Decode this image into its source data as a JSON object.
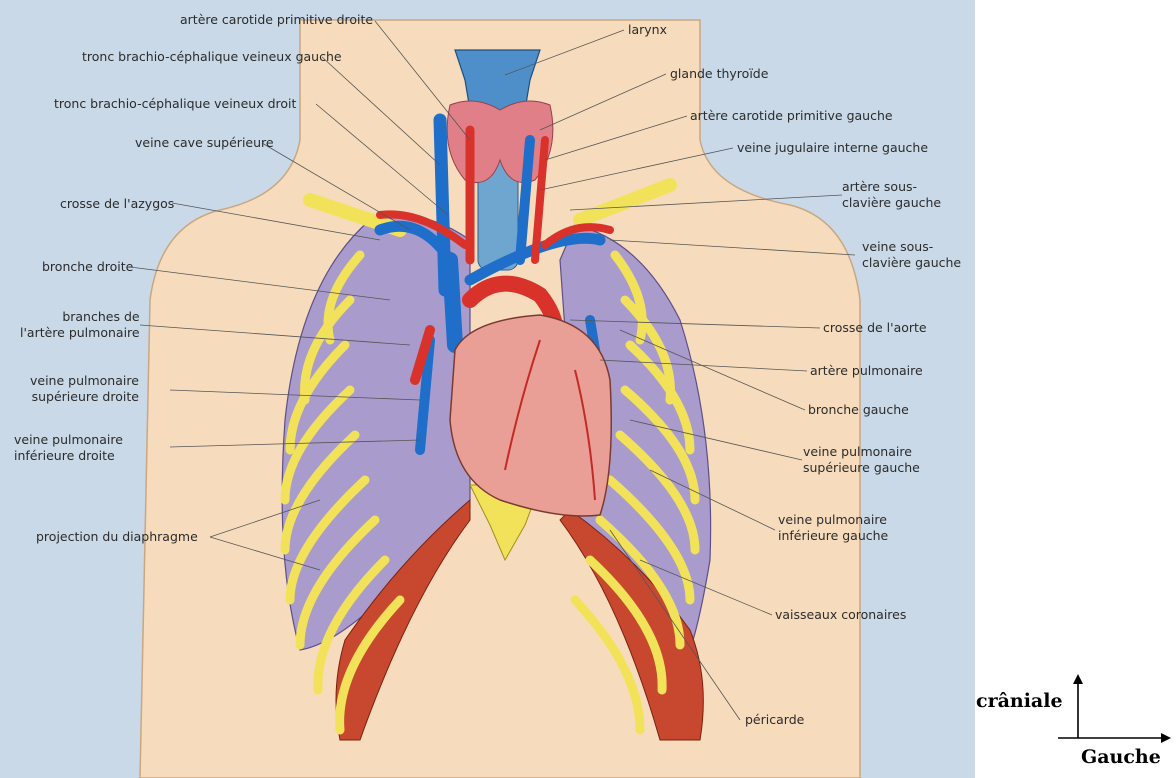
{
  "labels": {
    "carotide_droite": "artère carotide primitive droite",
    "tronc_gauche": "tronc brachio-céphalique veineux gauche",
    "tronc_droit": "tronc brachio-céphalique veineux droit",
    "veine_cave": "veine cave supérieure",
    "azygos": "crosse de l'azygos",
    "bronche_droite": "bronche droite",
    "branches_pulm": "branches de\nl'artère pulmonaire",
    "vp_sup_droite": "veine pulmonaire\nsupérieure droite",
    "vp_inf_droite": "veine pulmonaire\ninférieure droite",
    "diaphragme": "projection du diaphragme",
    "larynx": "larynx",
    "thyroide": "glande thyroïde",
    "carotide_gauche": "artère carotide primitive gauche",
    "jugulaire": "veine jugulaire interne gauche",
    "sous_clav_art": "artère sous-\nclavière gauche",
    "sous_clav_veine": "veine sous-\nclavière gauche",
    "crosse_aorte": "crosse de l'aorte",
    "art_pulm": "artère pulmonaire",
    "bronche_gauche": "bronche gauche",
    "vp_sup_gauche": "veine pulmonaire\nsupérieure gauche",
    "vp_inf_gauche": "veine pulmonaire\ninférieure gauche",
    "coronaires": "vaisseaux coronaires",
    "pericarde": "péricarde"
  },
  "orientation": {
    "up": "crâniale",
    "right": "Gauche"
  },
  "colors": {
    "background": "#c9d9e8",
    "skin": "#f6dcbc",
    "lung": "#a99bcc",
    "rib": "#f2e25a",
    "artery": "#d9322b",
    "vein": "#1f6ec9",
    "heart": "#ea9f96",
    "thyroid": "#e07f88",
    "diaphragm": "#c8482f"
  }
}
